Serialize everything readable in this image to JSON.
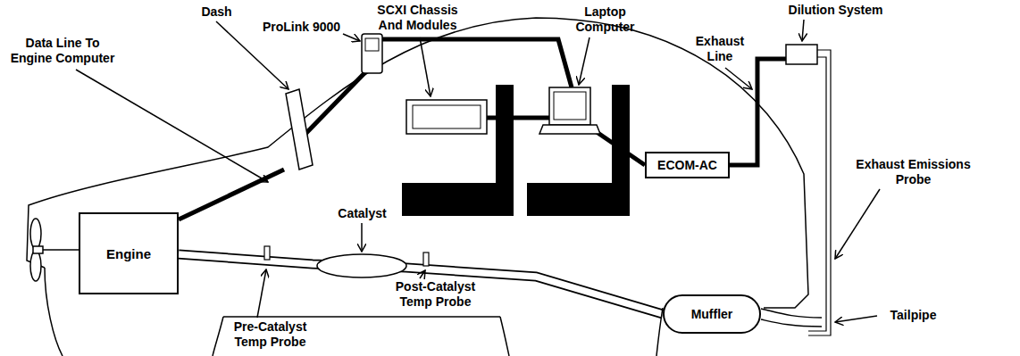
{
  "diagram": {
    "nodes": [
      {
        "text": [
          "Engine"
        ]
      },
      {
        "text": [
          "ECOM-AC"
        ]
      },
      {
        "text": [
          "Muffler"
        ]
      }
    ],
    "edges": [
      {
        "from": 0,
        "to": 2,
        "arrow": "none"
      }
    ],
    "labels": [
      "Data Line To Engine Computer",
      "Dash",
      "ProLink 9000",
      "SCXI Chassis And Modules",
      "Laptop Computer",
      "Exhaust Line",
      "Dilution System",
      "Catalyst",
      "Exhaust Emissions Probe",
      "Pre-Catalyst Temp Probe",
      "Post-Catalyst Temp Probe",
      "Tailpipe"
    ]
  }
}
